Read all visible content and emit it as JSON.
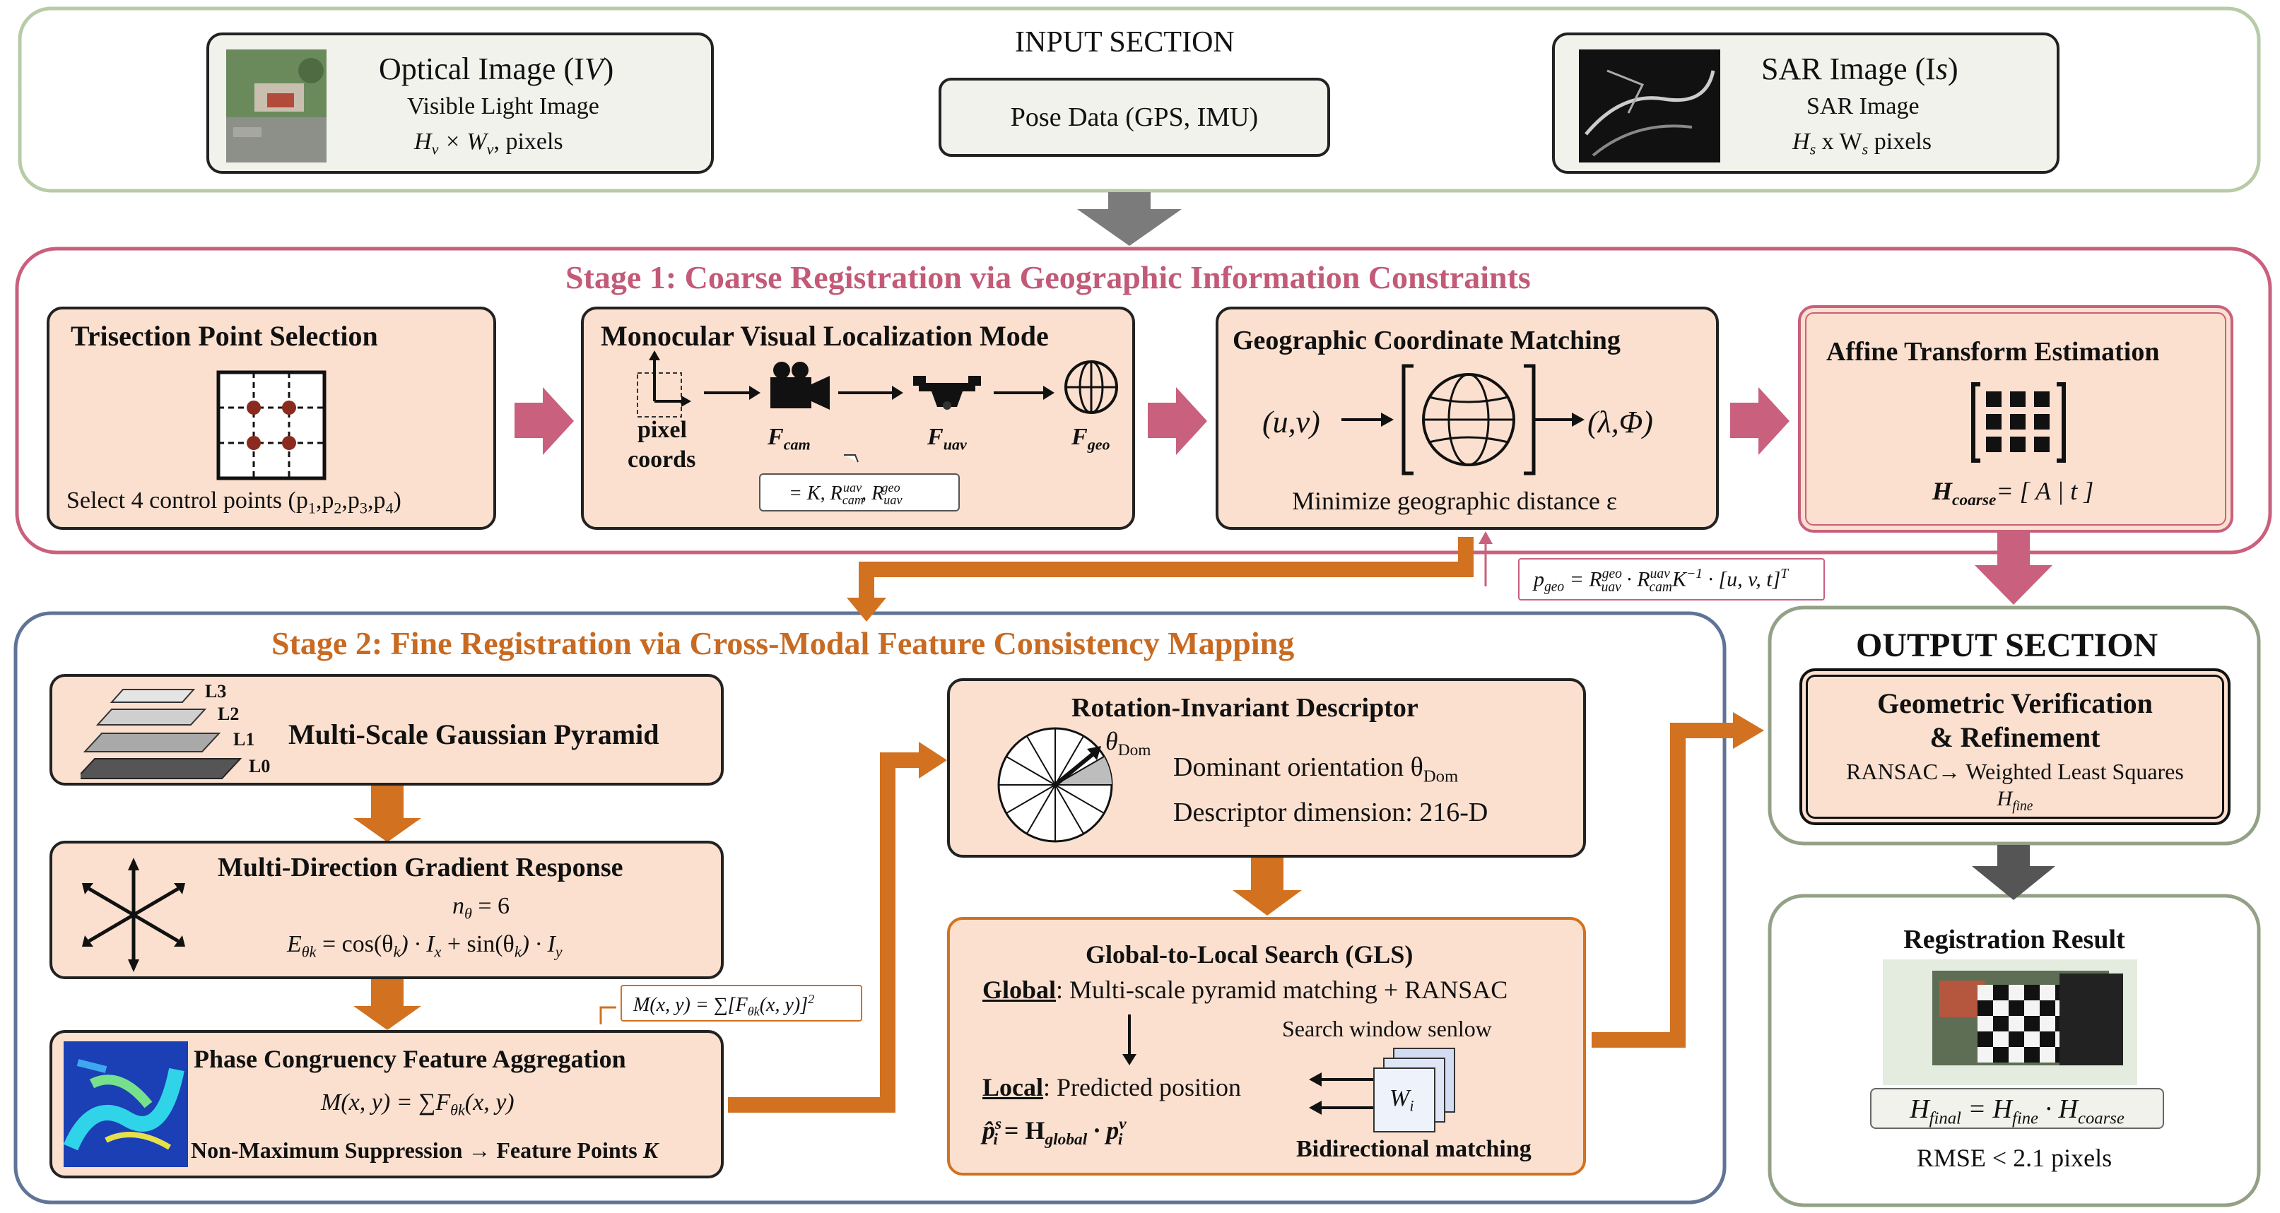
{
  "input": {
    "title": "INPUT SECTION",
    "optical": {
      "title": "Optical Image (I",
      "title_sym": "V",
      "subtitle": "Visible Light Image",
      "dims": "H",
      "dims_v": "v",
      "dims_x": " × W",
      "dims_v2": "v",
      "dims_unit": ", pixels"
    },
    "pose": {
      "label": "Pose Data (GPS, IMU)"
    },
    "sar": {
      "title": "SAR Image (I",
      "title_sym": "s",
      "subtitle": "SAR Image",
      "dims": "H",
      "dims_s": "s",
      "dims_x": " x W",
      "dims_s2": "s",
      "dims_unit": "  pixels"
    }
  },
  "stage1": {
    "title": "Stage 1: Coarse Registration via Geographic Information Constraints",
    "trisection": {
      "title": "Trisection Point Selection",
      "caption_pre": "Select 4 control points (p",
      "p1": "1",
      "c1": ",p",
      "p2": "2",
      "c2": ",p",
      "p3": "3",
      "c3": ",p",
      "p4": "4",
      "caption_post": ")"
    },
    "monocular": {
      "title": "Monocular Visual Localization Mode",
      "pixel": "pixel",
      "coords": "coords",
      "fcam": "F",
      "fcam_sub": "cam",
      "fuav": "F",
      "fuav_sub": "uav",
      "fgeo": "F",
      "fgeo_sub": "geo",
      "callout": "= K, R",
      "callout_sub1": "cam",
      "callout_sup1": "uav",
      "callout_mid": ", R",
      "callout_sub2": "uav",
      "callout_sup2": "geo"
    },
    "geo_match": {
      "title": "Geographic Coordinate Matching",
      "uv": "(u,v)",
      "lp": "(λ,Φ)",
      "caption": "Minimize geographic distance ε"
    },
    "affine": {
      "title": "Affine Transform Estimation",
      "h": "H",
      "h_sub": "coarse",
      "h_eq": "= [ A | t ]"
    },
    "pgeo": {
      "p": "p",
      "p_sub": "geo",
      "eq": " = R",
      "r1_sup": "geo",
      "r1_sub": "uav",
      "dot1": " · R",
      "r2_sup": "uav",
      "r2_sub": "cam",
      "k": "K",
      "k_sup": "−1",
      "tail": " · [u, v, t]",
      "t_sup": "T"
    }
  },
  "stage2": {
    "title": "Stage 2: Fine Registration via Cross-Modal Feature Consistency Mapping",
    "pyramid": {
      "title": "Multi-Scale Gaussian Pyramid",
      "l3": "L3",
      "l2": "L2",
      "l1": "L1",
      "l0": "L0"
    },
    "gradient": {
      "title": "Multi-Direction Gradient Response",
      "n": "n",
      "n_sub": "θ",
      "n_eq": " = 6",
      "e": "E",
      "e_sub": "θk",
      "e_eq": " = cos(θ",
      "k1": "k",
      "mid": ") · I",
      "x": "x",
      "plus": " + sin(θ",
      "k2": "k",
      "mid2": ") · I",
      "y": "y"
    },
    "phase": {
      "title": "Phase Congruency Feature Aggregation",
      "m_eq": "M(x, y) = ∑F",
      "m_sub": "θk",
      "m_tail": "(x, y)",
      "nms": "Non-Maximum Suppression → Feature Points ",
      "k": "K"
    },
    "m_callout": {
      "pre": "M(x, y) = ∑[F",
      "sub": "θk",
      "post": "(x, y)]",
      "sup": "2"
    },
    "descriptor": {
      "title": "Rotation-Invariant Descriptor",
      "theta": "θ",
      "theta_sub": "Dom",
      "dom": "Dominant orientation θ",
      "dom_sub": "Dom",
      "dim": "Descriptor dimension: 216-D"
    },
    "gls": {
      "title": "Global-to-Local Search (GLS)",
      "global_u": "Global",
      "global_rest": ": Multi-scale pyramid matching + RANSAC",
      "window": "Search window senlow",
      "local_u": "Local",
      "local_rest": ": Predicted position",
      "p_hat": "p̂",
      "p_sup": "s",
      "p_sub": "i",
      "eq": " = H",
      "h_sub": "global",
      "dot": " · p",
      "pv_sup": "v",
      "pv_sub": "i",
      "wi": "W",
      "wi_sub": "i",
      "bidir": "Bidirectional matching"
    }
  },
  "output": {
    "title": "OUTPUT SECTION",
    "verify": {
      "title1": "Geometric Verification",
      "title2": "& Refinement",
      "ransac": "RANSAC→ Weighted Least Squares",
      "h": "H",
      "h_sub": "fine"
    },
    "result": {
      "title": "Registration Result",
      "h": "H",
      "h_sub": "final",
      "eq": " = H",
      "h2_sub": "fine",
      "dot": " · H",
      "h3_sub": "coarse",
      "rmse": "RMSE < 2.1 pixels"
    }
  },
  "colors": {
    "stage1_border": "#c8607e",
    "stage2_border": "#5f7497",
    "input_border": "#b7cba7",
    "output_border": "#93a186",
    "peach": "#fbe0cf",
    "orange_arrow": "#d2711f",
    "pink_arrow": "#c8607e",
    "gray_arrow": "#7b7b7b"
  }
}
